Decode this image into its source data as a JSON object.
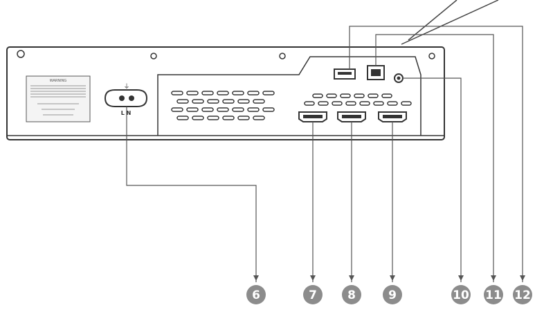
{
  "callouts": [
    {
      "id": 6,
      "label": "6"
    },
    {
      "id": 7,
      "label": "7"
    },
    {
      "id": 8,
      "label": "8"
    },
    {
      "id": 9,
      "label": "9"
    },
    {
      "id": 10,
      "label": "10"
    },
    {
      "id": 11,
      "label": "11"
    },
    {
      "id": 12,
      "label": "12"
    }
  ],
  "power_socket": {
    "symbol": "⏚",
    "marking": "L N"
  },
  "label_sticker": {
    "heading": "WARNING"
  },
  "colors": {
    "outline": "#333333",
    "callout_fill": "#8c8c8c",
    "leader": "#555555"
  }
}
